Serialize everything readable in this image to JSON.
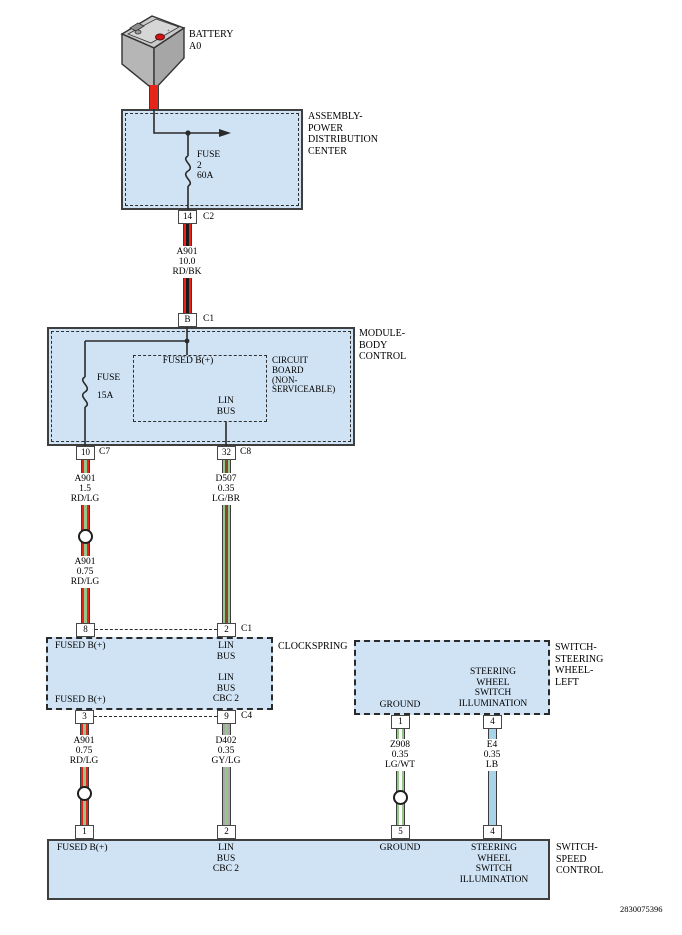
{
  "battery": {
    "name": "BATTERY",
    "code": "A0"
  },
  "pdc": {
    "label": [
      "ASSEMBLY-",
      "POWER",
      "DISTRIBUTION",
      "CENTER"
    ],
    "fuse": [
      "FUSE",
      "2",
      "60A"
    ],
    "pin": "14",
    "connector": "C2"
  },
  "bcm": {
    "label": [
      "MODULE-",
      "BODY",
      "CONTROL"
    ],
    "pin_in": "B",
    "connector_in": "C1",
    "fused_b": "FUSED B(+)",
    "circuit_board": [
      "CIRCUIT",
      "BOARD",
      "(NON-",
      "SERVICEABLE)"
    ],
    "lin_bus": [
      "LIN",
      "BUS"
    ],
    "fuse": [
      "FUSE",
      "15A"
    ],
    "pin_left": "10",
    "connector_left": "C7",
    "pin_right": "32",
    "connector_right": "C8"
  },
  "wires": {
    "battery_feed": {
      "lines": [
        "A901",
        "10.0",
        "RD/BK"
      ]
    },
    "bcm_out": {
      "lines": [
        "A901",
        "1.5",
        "RD/LG"
      ]
    },
    "cs_in": {
      "lines": [
        "A901",
        "0.75",
        "RD/LG"
      ]
    },
    "lin_upper": {
      "lines": [
        "D507",
        "0.35",
        "LG/BR"
      ]
    },
    "sc_feed": {
      "lines": [
        "A901",
        "0.75",
        "RD/LG"
      ]
    },
    "lin_lower": {
      "lines": [
        "D402",
        "0.35",
        "GY/LG"
      ]
    },
    "ground": {
      "lines": [
        "Z908",
        "0.35",
        "LG/WT"
      ]
    },
    "illum": {
      "lines": [
        "E4",
        "0.35",
        "LB"
      ]
    }
  },
  "clockspring": {
    "label": "CLOCKSPRING",
    "pin_top_left": "8",
    "pin_top_right": "2",
    "connector_top": "C1",
    "fused_b_top": "FUSED B(+)",
    "lin_top": [
      "LIN",
      "BUS"
    ],
    "lin_bottom": [
      "LIN",
      "BUS",
      "CBC 2"
    ],
    "fused_b_bottom": "FUSED B(+)",
    "pin_bottom_left": "3",
    "pin_bottom_right": "9",
    "connector_bottom": "C4"
  },
  "switch_left": {
    "label": [
      "SWITCH-",
      "STEERING",
      "WHEEL-",
      "LEFT"
    ],
    "ground": "GROUND",
    "illumination": [
      "STEERING",
      "WHEEL",
      "SWITCH",
      "ILLUMINATION"
    ],
    "pin_ground": "1",
    "pin_illum": "4"
  },
  "speed_control": {
    "label": [
      "SWITCH-",
      "SPEED",
      "CONTROL"
    ],
    "pin_fused": "1",
    "pin_lin": "2",
    "pin_ground": "5",
    "pin_illum": "4",
    "fused_b": "FUSED B(+)",
    "lin": [
      "LIN",
      "BUS",
      "CBC 2"
    ],
    "ground": "GROUND",
    "illumination": [
      "STEERING",
      "WHEEL",
      "SWITCH",
      "ILLUMINATION"
    ]
  },
  "footer": {
    "doc_number": "2830075396"
  },
  "colors": {
    "box_fill": "#d0e3f4",
    "wire_red": "#e52519",
    "wire_light_green": "#95c78b",
    "wire_brown": "#8a4430",
    "wire_gray": "#a9a9a9",
    "wire_light_blue": "#a9d3e9",
    "wire_black": "#1a1a1a"
  }
}
